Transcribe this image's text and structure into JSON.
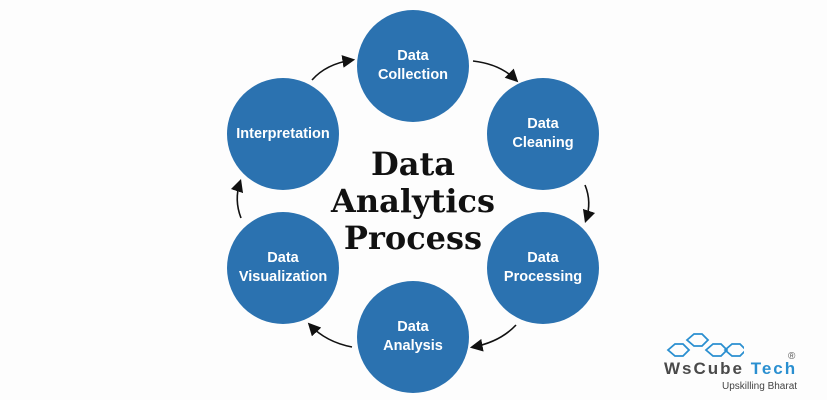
{
  "title": {
    "line1": "Data",
    "line2": "Analytics",
    "line3": "Process"
  },
  "steps": [
    {
      "line1": "Data",
      "line2": "Collection"
    },
    {
      "line1": "Data",
      "line2": "Cleaning"
    },
    {
      "line1": "Data",
      "line2": "Processing"
    },
    {
      "line1": "Data",
      "line2": "Analysis"
    },
    {
      "line1": "Data",
      "line2": "Visualization"
    },
    {
      "line1": "Interpretation",
      "line2": ""
    }
  ],
  "colors": {
    "node": "#2b72b0",
    "arrow": "#111111",
    "logo_blue": "#2a8fd0"
  },
  "logo": {
    "brand_a": "WsCube",
    "brand_b": "Tech",
    "reg": "®",
    "tagline": "Upskilling Bharat"
  }
}
